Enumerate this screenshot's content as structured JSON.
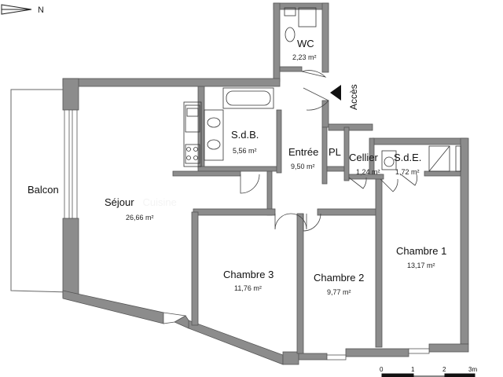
{
  "rooms": {
    "wc": {
      "name": "WC",
      "area": "2,23 m²"
    },
    "sdb": {
      "name": "S.d.B.",
      "area": "5,56 m²"
    },
    "entree": {
      "name": "Entrée",
      "area": "9,50 m²"
    },
    "pl": {
      "name": "PL"
    },
    "cellier": {
      "name": "Cellier",
      "area": "1,24 m²"
    },
    "sde": {
      "name": "S.d.E.",
      "area": "1,72 m²"
    },
    "sejour": {
      "name_a": "Séjour",
      "separator": "/",
      "name_b": "Cuisine",
      "area": "26,66 m²"
    },
    "chambre1": {
      "name": "Chambre 1",
      "area": "13,17 m²"
    },
    "chambre2": {
      "name": "Chambre 2",
      "area": "9,77 m²"
    },
    "chambre3": {
      "name": "Chambre 3",
      "area": "11,76 m²"
    },
    "balcon": {
      "name": "Balcon"
    }
  },
  "access_label": "Accès",
  "north_label": "N",
  "scale": {
    "ticks": [
      "0",
      "1",
      "2",
      "3m"
    ]
  },
  "colors": {
    "wall": "#8c8c8c",
    "wall_outline": "#555555",
    "fixture": "#333333"
  }
}
